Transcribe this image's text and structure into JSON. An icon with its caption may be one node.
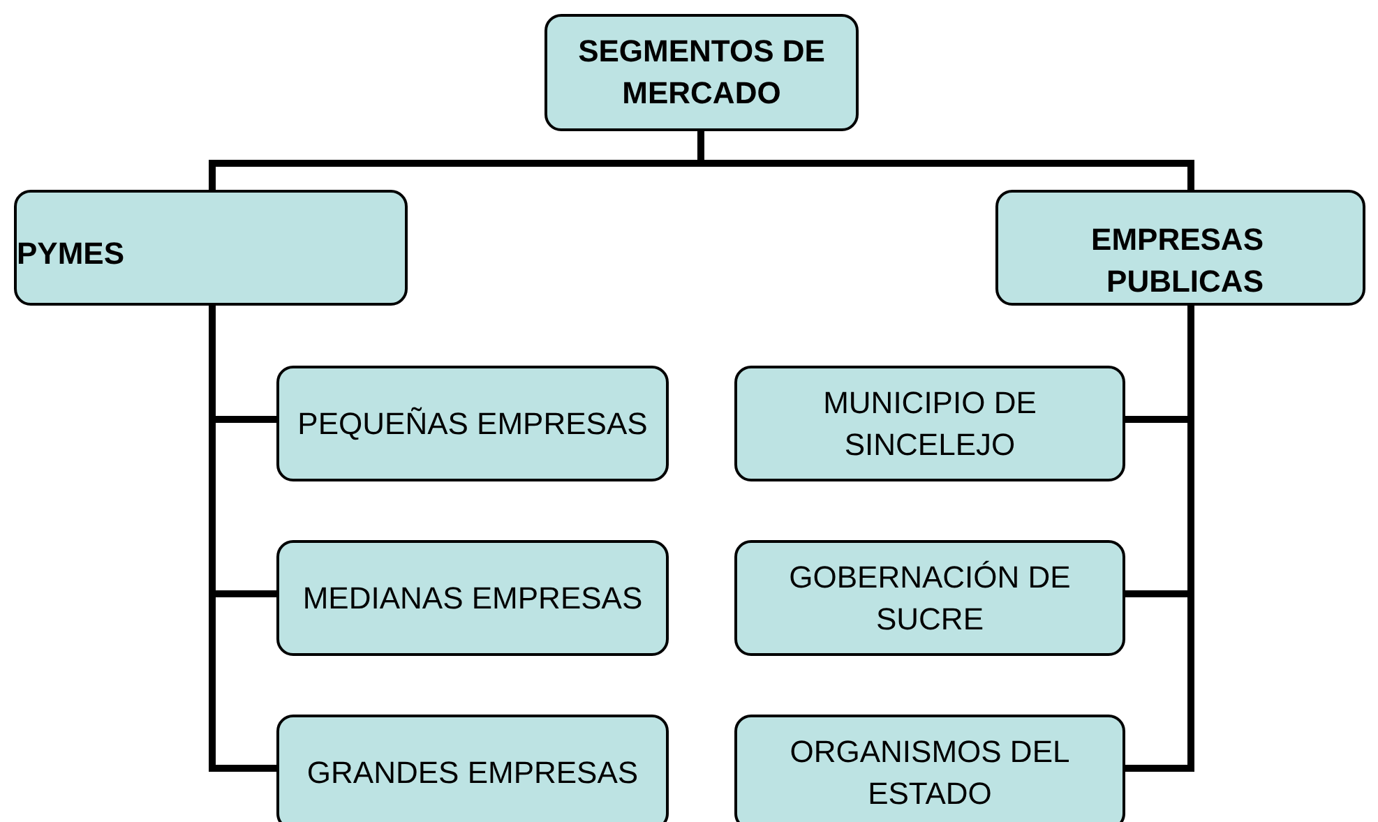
{
  "diagram": {
    "nodes": [
      {
        "text": [
          "SEGMENTOS DE MERCADO"
        ]
      },
      {
        "text": [
          "PYMES"
        ]
      },
      {
        "text": [
          "EMPRESAS PUBLICAS"
        ]
      },
      {
        "text": [
          "PEQUEÑAS EMPRESAS"
        ]
      },
      {
        "text": [
          "MEDIANAS EMPRESAS"
        ]
      },
      {
        "text": [
          "GRANDES EMPRESAS"
        ]
      },
      {
        "text": [
          "MUNICIPIO DE SINCELEJO"
        ]
      },
      {
        "text": [
          "GOBERNACIÓN DE SUCRE"
        ]
      },
      {
        "text": [
          "ORGANISMOS DEL ESTADO"
        ]
      }
    ],
    "edges": [
      {
        "from": 0,
        "to": 1,
        "arrow": "none"
      },
      {
        "from": 0,
        "to": 2,
        "arrow": "none"
      },
      {
        "from": 1,
        "to": 3,
        "arrow": "none"
      },
      {
        "from": 1,
        "to": 4,
        "arrow": "none"
      },
      {
        "from": 1,
        "to": 5,
        "arrow": "none"
      },
      {
        "from": 2,
        "to": 6,
        "arrow": "none"
      },
      {
        "from": 2,
        "to": 7,
        "arrow": "none"
      },
      {
        "from": 2,
        "to": 8,
        "arrow": "none"
      }
    ]
  }
}
